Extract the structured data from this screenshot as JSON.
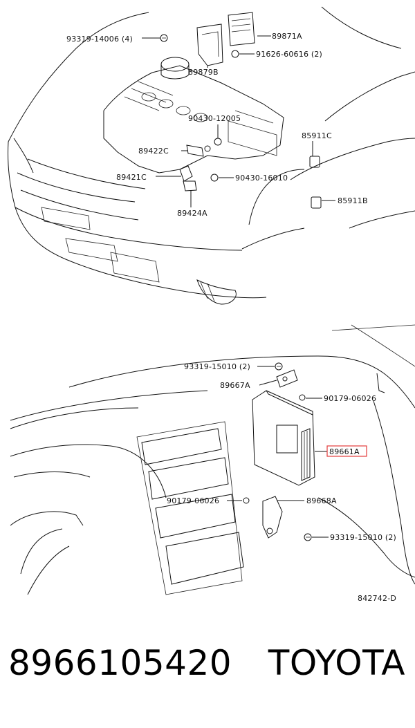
{
  "diagram": {
    "engine_labels": {
      "l93319_14006": "93319-14006 (4)",
      "l89871A": "89871A",
      "l91626_60616": "91626-60616 (2)",
      "l89879B": "89879B",
      "l90430_12005": "90430-12005",
      "l85911C": "85911C",
      "l89422C": "89422C",
      "l89421C": "89421C",
      "l90430_16010": "90430-16010",
      "l85911B": "85911B",
      "l89424A": "89424A"
    },
    "dash_labels": {
      "l93319_15010_top": "93319-15010 (2)",
      "l89667A": "89667A",
      "l90179_06026_right": "90179-06026",
      "l89661A": "89661A",
      "l90179_06026_left": "90179-06026",
      "l89668A": "89668A",
      "l93319_15010_bottom": "93319-15010 (2)"
    },
    "drawing_number": "842742-D",
    "highlight_color": "#e23b3b"
  },
  "footer": {
    "part_number": "8966105420",
    "brand": "TOYOTA"
  }
}
